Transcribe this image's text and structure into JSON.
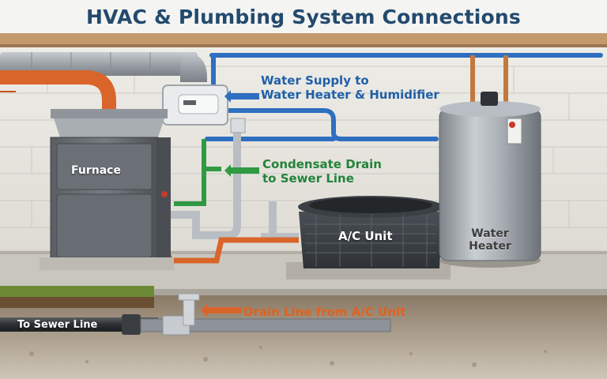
{
  "diagram": {
    "title": "HVAC & Plumbing System Connections",
    "labels": {
      "water_supply_line1": "Water Supply to",
      "water_supply_line2": "Water Heater & Humidifier",
      "condensate_line1": "Condensate Drain",
      "condensate_line2": "to Sewer Line",
      "furnace": "Furnace",
      "ac_unit": "A/C Unit",
      "water_heater_line1": "Water",
      "water_heater_line2": "Heater",
      "drain_line": "Drain Line from A/C Unit",
      "sewer_line": "To Sewer Line"
    },
    "colors": {
      "water_supply": "#2e6fc0",
      "condensate": "#2f9a42",
      "drain": "#d9652a",
      "duct": "#a3a8ad",
      "title": "#234a6e"
    },
    "icons": [
      "arrow-right-icon",
      "arrow-left-icon"
    ]
  }
}
